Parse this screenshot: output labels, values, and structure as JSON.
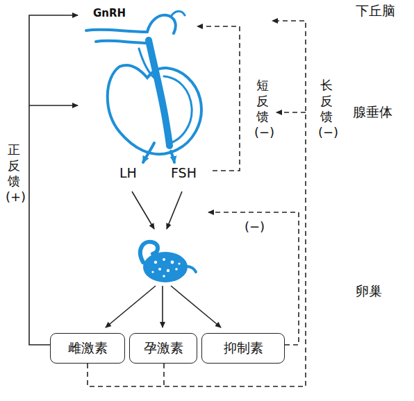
{
  "diagram": {
    "nodes": [
      {
        "text": [
          "雌激素"
        ]
      },
      {
        "text": [
          "孕激素"
        ]
      },
      {
        "text": [
          "抑制素"
        ]
      }
    ],
    "labels": [
      "GnRH",
      "下丘脑",
      "腺垂体",
      "LH",
      "FSH",
      "短反馈(−)",
      "长反馈(−)",
      "正反馈(+)",
      "(−)",
      "卵巢"
    ]
  }
}
